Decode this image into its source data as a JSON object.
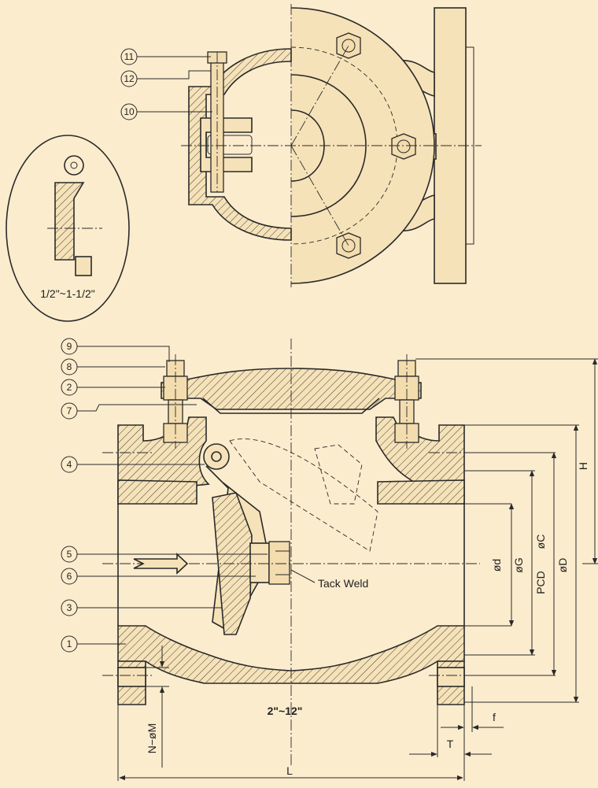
{
  "labels": {
    "small_size_range": "1/2\"~1-1/2\"",
    "size_range": "2\"~12\"",
    "tack_weld": "Tack Weld",
    "dim_d": "ød",
    "dim_G": "øG",
    "dim_pcd_prefix": "PCD",
    "dim_C": "øC",
    "dim_D": "øD",
    "dim_H": "H",
    "dim_L": "L",
    "dim_T": "T",
    "dim_f": "f",
    "dim_NM": "N−øM"
  },
  "callouts": [
    "11",
    "12",
    "10",
    "9",
    "8",
    "2",
    "7",
    "4",
    "5",
    "6",
    "3",
    "1"
  ],
  "colors": {
    "background": "#fbeccd",
    "ink": "#2a2a2a",
    "fill": "#f6e2b8"
  }
}
